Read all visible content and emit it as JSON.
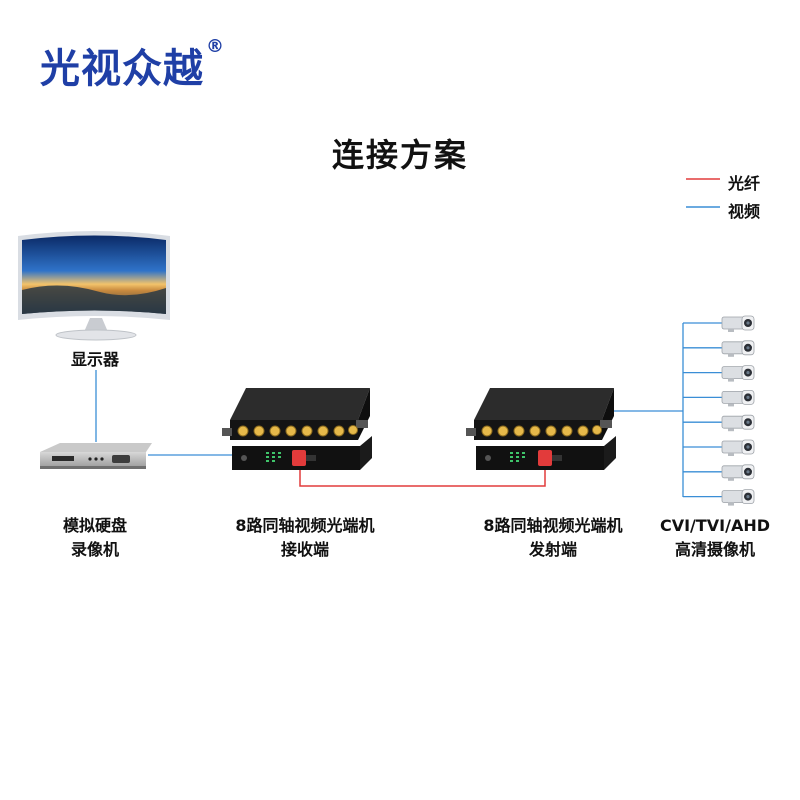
{
  "brand": {
    "name": "光视众越",
    "registered": "®"
  },
  "title": "连接方案",
  "legend": {
    "fiber": {
      "label": "光纤",
      "color": "#e23b3b"
    },
    "video": {
      "label": "视频",
      "color": "#3a8ed6"
    }
  },
  "devices": {
    "monitor": {
      "label": "显示器"
    },
    "dvr": {
      "line1": "模拟硬盘",
      "line2": "录像机"
    },
    "receiver": {
      "line1": "8路同轴视频光端机",
      "line2": "接收端"
    },
    "transmitter": {
      "line1": "8路同轴视频光端机",
      "line2": "发射端"
    },
    "cameras": {
      "line1": "CVI/TVI/AHD",
      "line2": "高清摄像机",
      "count": 8
    }
  }
}
